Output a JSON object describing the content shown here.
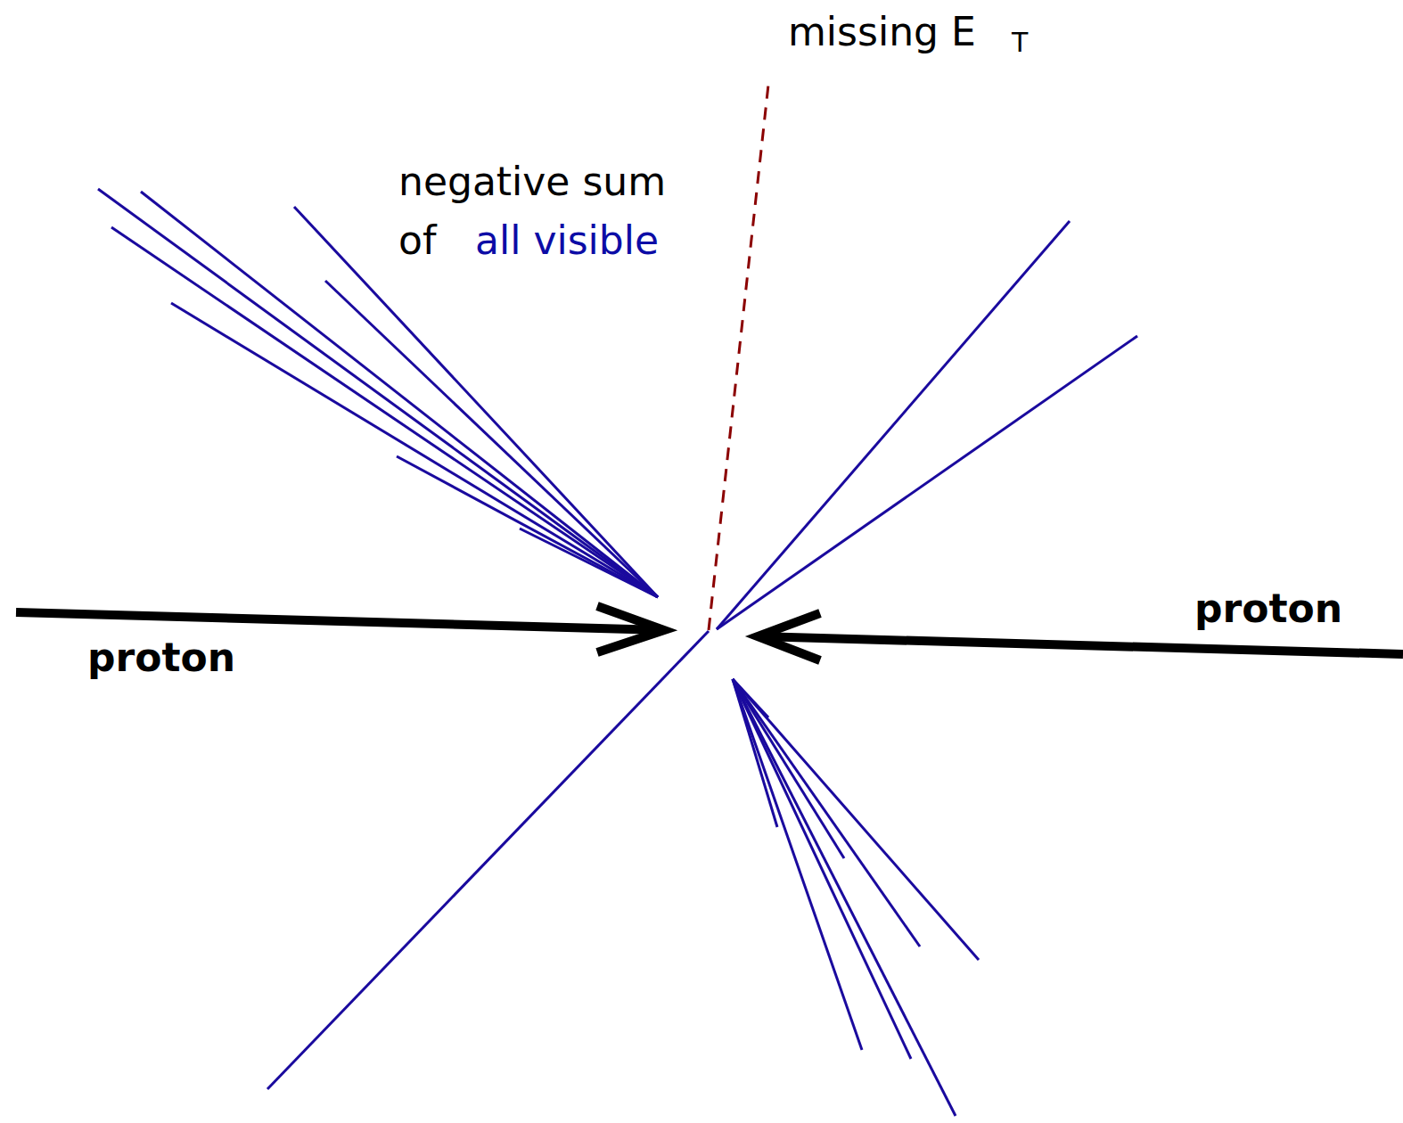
{
  "diagram": {
    "labels": [
      "missing E",
      "T",
      "negative sum",
      "of",
      "all visible",
      "proton",
      "proton"
    ]
  }
}
